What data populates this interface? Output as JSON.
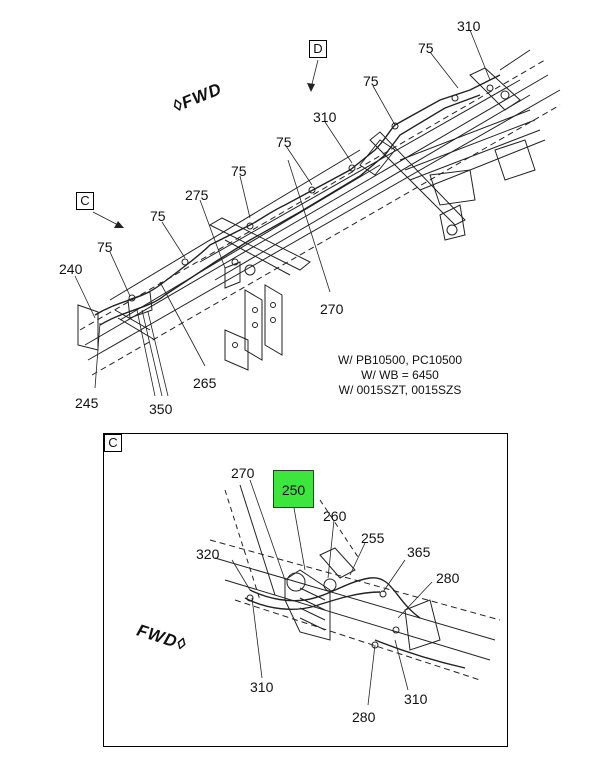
{
  "view_markers": {
    "d": "D",
    "c": "C",
    "detail_c": "C"
  },
  "fwd": {
    "top": "FWD",
    "bottom": "FWD"
  },
  "notes": [
    "W/ PB10500, PC10500",
    "W/ WB = 6450",
    "W/ 0015SZT, 0015SZS"
  ],
  "callouts_main": {
    "c310a": "310",
    "c75a": "75",
    "c75b": "75",
    "c310b": "310",
    "c75c": "75",
    "c75d": "75",
    "c275": "275",
    "c75e": "75",
    "c75f": "75",
    "c240": "240",
    "c270": "270",
    "c265": "265",
    "c245": "245",
    "c350": "350"
  },
  "callouts_detail": {
    "c270": "270",
    "c250": "250",
    "c260": "260",
    "c255": "255",
    "c320": "320",
    "c365": "365",
    "c280a": "280",
    "c310a": "310",
    "c310b": "310",
    "c280b": "280"
  },
  "highlight_part": "250"
}
